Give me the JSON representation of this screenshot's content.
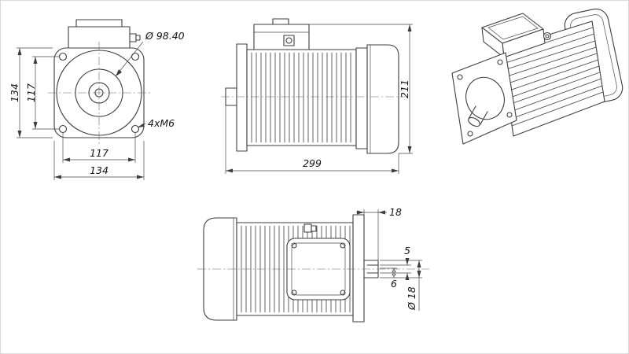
{
  "colors": {
    "line": "#3d3d3d",
    "background": "#ffffff"
  },
  "front_view": {
    "dim_height_outer": "134",
    "dim_height_inner": "117",
    "dim_pitch_circle": "Ø 98.40",
    "dim_bolts": "4xM6",
    "dim_width_inner": "117",
    "dim_width_outer": "134"
  },
  "side_view": {
    "dim_length": "299",
    "dim_height": "211"
  },
  "top_view": {
    "dim_shaft_length": "18",
    "dim_key_width": "5",
    "dim_key_height": "6",
    "dim_shaft_diameter": "Ø 18"
  }
}
